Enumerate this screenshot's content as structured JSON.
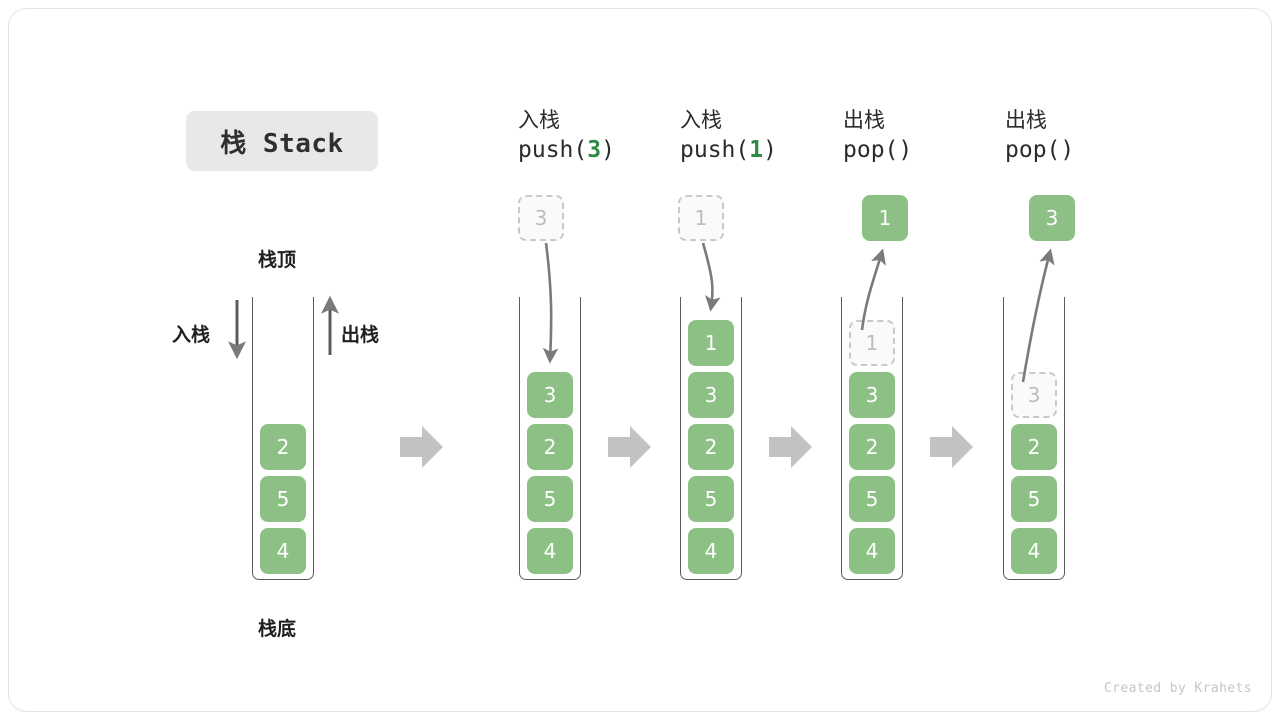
{
  "title_chip": {
    "label": "栈 Stack"
  },
  "credit": "Created by Krahets",
  "left_stack": {
    "top_label": "栈顶",
    "bottom_label": "栈底",
    "push_label": "入栈",
    "pop_label": "出栈",
    "cells": [
      "2",
      "5",
      "4"
    ]
  },
  "separators": [
    {
      "name": "step-arrow-1",
      "glyph": "➡"
    },
    {
      "name": "step-arrow-2",
      "glyph": "➡"
    },
    {
      "name": "step-arrow-3",
      "glyph": "➡"
    },
    {
      "name": "step-arrow-4",
      "glyph": "➡"
    }
  ],
  "steps": [
    {
      "id": "push-3",
      "op_cn": "入栈",
      "op_code_prefix": "push(",
      "op_code_value": "3",
      "op_code_suffix": ")",
      "floating": {
        "value": "3",
        "style": "ghost",
        "position": "above"
      },
      "cells": [
        {
          "value": "3",
          "style": "solid"
        },
        {
          "value": "2",
          "style": "solid"
        },
        {
          "value": "5",
          "style": "solid"
        },
        {
          "value": "4",
          "style": "solid"
        }
      ]
    },
    {
      "id": "push-1",
      "op_cn": "入栈",
      "op_code_prefix": "push(",
      "op_code_value": "1",
      "op_code_suffix": ")",
      "floating": {
        "value": "1",
        "style": "ghost",
        "position": "above"
      },
      "cells": [
        {
          "value": "1",
          "style": "solid"
        },
        {
          "value": "3",
          "style": "solid"
        },
        {
          "value": "2",
          "style": "solid"
        },
        {
          "value": "5",
          "style": "solid"
        },
        {
          "value": "4",
          "style": "solid"
        }
      ]
    },
    {
      "id": "pop-1",
      "op_cn": "出栈",
      "op_code_prefix": "pop(",
      "op_code_value": "",
      "op_code_suffix": ")",
      "floating": {
        "value": "1",
        "style": "solid",
        "position": "above"
      },
      "cells": [
        {
          "value": "1",
          "style": "ghost"
        },
        {
          "value": "3",
          "style": "solid"
        },
        {
          "value": "2",
          "style": "solid"
        },
        {
          "value": "5",
          "style": "solid"
        },
        {
          "value": "4",
          "style": "solid"
        }
      ]
    },
    {
      "id": "pop-3",
      "op_cn": "出栈",
      "op_code_prefix": "pop(",
      "op_code_value": "",
      "op_code_suffix": ")",
      "floating": {
        "value": "3",
        "style": "solid",
        "position": "above"
      },
      "cells": [
        {
          "value": "3",
          "style": "ghost"
        },
        {
          "value": "2",
          "style": "solid"
        },
        {
          "value": "5",
          "style": "solid"
        },
        {
          "value": "4",
          "style": "solid"
        }
      ]
    }
  ],
  "colors": {
    "cell_green": "#8cc084",
    "code_green": "#2e8b46",
    "ghost_border": "#c9c9c9",
    "ghost_text": "#bdbdbd",
    "arrow_gray": "#7a7a7a",
    "separator_gray": "#c2c2c2",
    "container_stroke": "#5c5c5c",
    "chip_bg": "#e8e8e8",
    "frame_border": "#e3e3e3"
  }
}
